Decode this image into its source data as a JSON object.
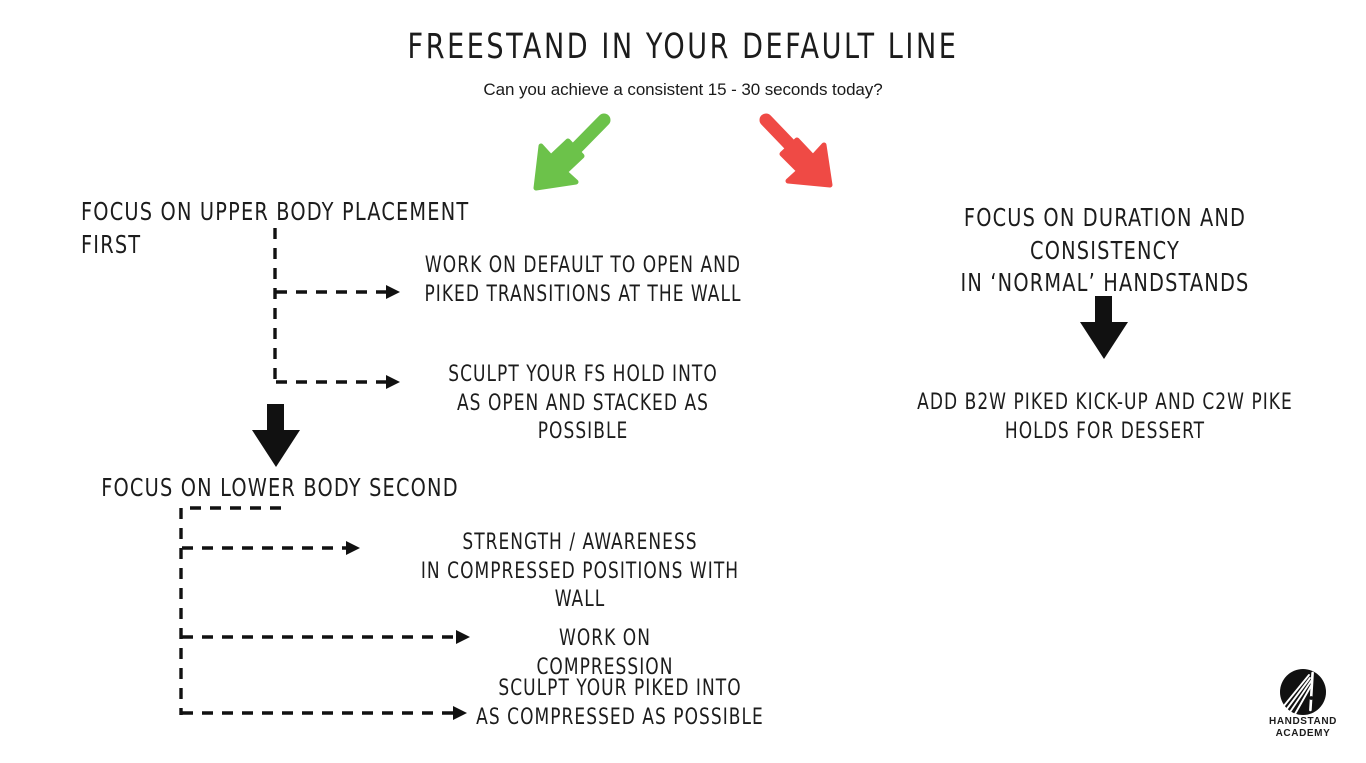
{
  "title": "FREESTAND IN YOUR DEFAULT LINE",
  "subtitle": "Can you achieve a consistent 15 - 30 seconds today?",
  "colors": {
    "green_arrow": "#6cc24a",
    "red_arrow": "#ef4a45",
    "ink": "#1c1c1c",
    "background": "#ffffff"
  },
  "left_branch": {
    "heading_upper": "FOCUS ON UPPER BODY PLACEMENT FIRST",
    "upper_items": [
      "WORK ON DEFAULT TO OPEN AND\nPIKED TRANSITIONS AT THE WALL",
      "SCULPT YOUR FS HOLD INTO\nAS OPEN AND STACKED AS POSSIBLE"
    ],
    "heading_lower": "FOCUS ON LOWER BODY SECOND",
    "lower_items": [
      "STRENGTH / AWARENESS\nIN COMPRESSED POSITIONS WITH WALL",
      "WORK ON COMPRESSION",
      "SCULPT YOUR PIKED INTO\nAS COMPRESSED AS POSSIBLE"
    ]
  },
  "right_branch": {
    "heading": "FOCUS ON DURATION AND CONSISTENCY\nIN ‘NORMAL’ HANDSTANDS",
    "item": "ADD B2W PIKED KICK-UP AND C2W PIKE\nHOLDS FOR DESSERT"
  },
  "logo": {
    "line1": "HANDSTAND",
    "line2": "ACADEMY"
  }
}
